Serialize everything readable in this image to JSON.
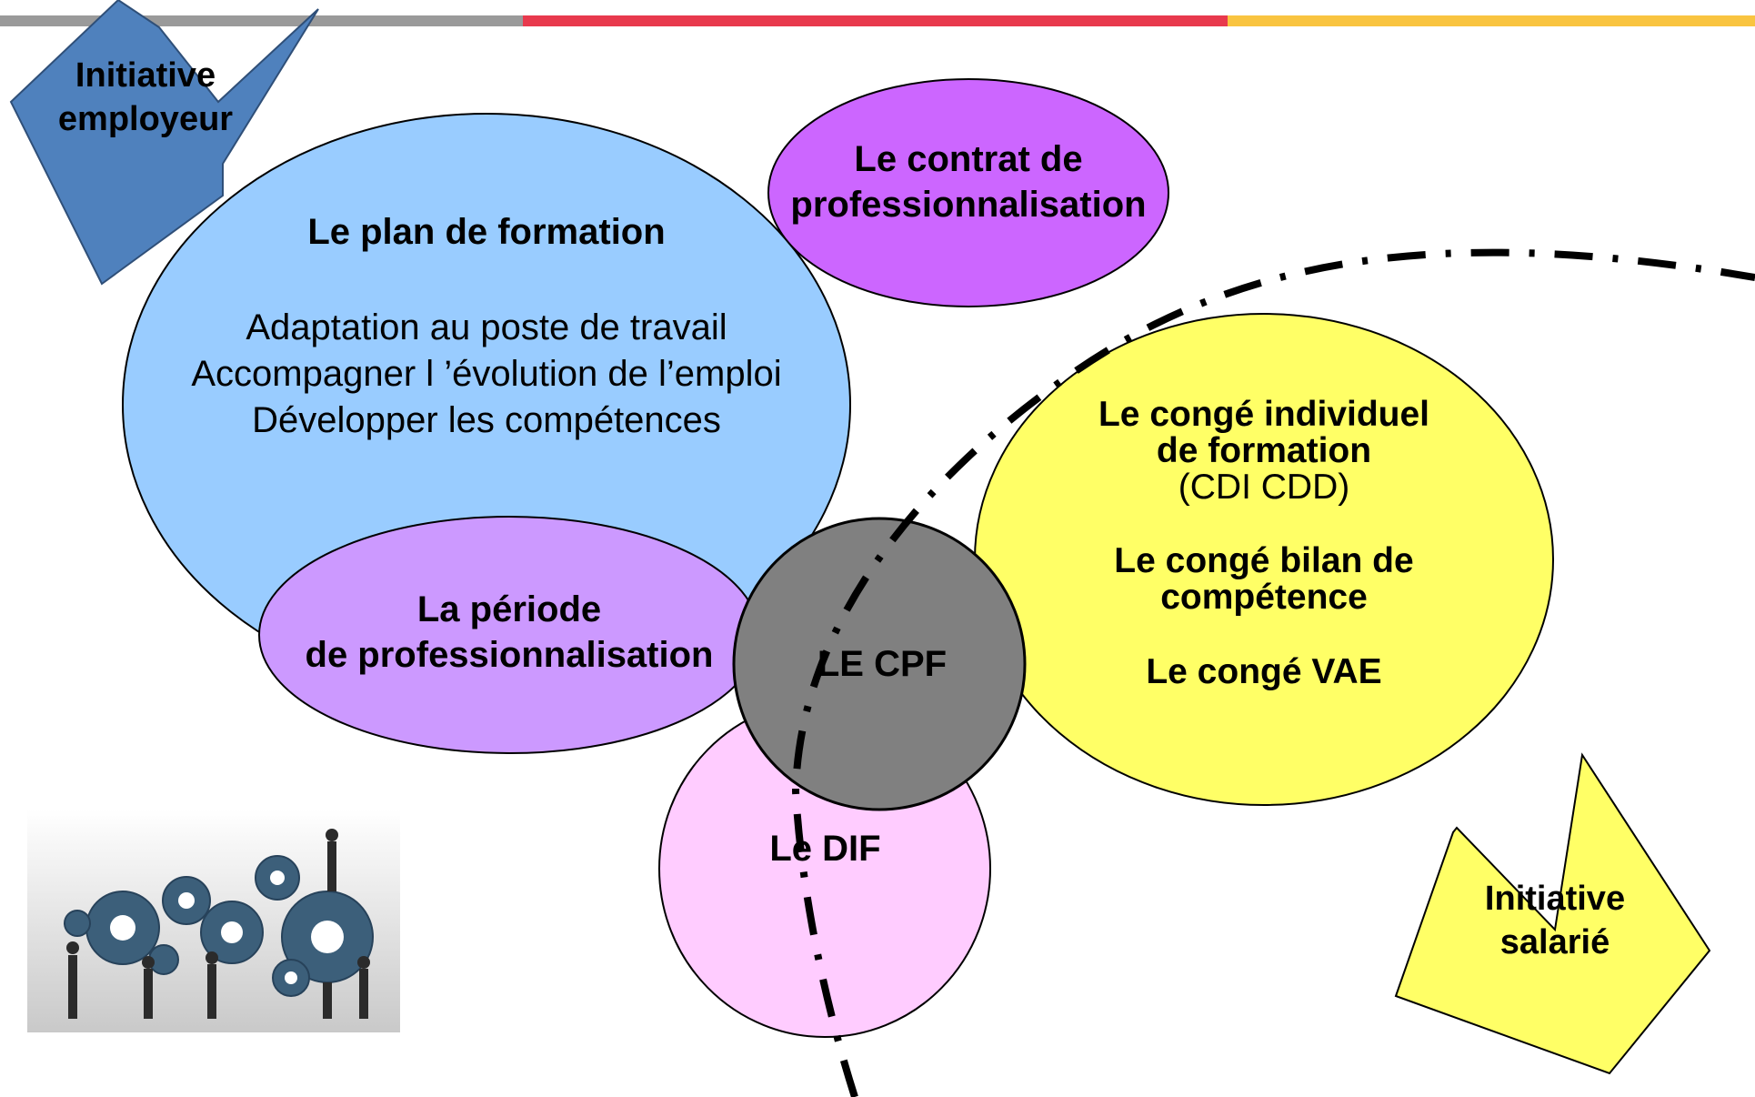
{
  "colors": {
    "bar_grey": "#9a9a9a",
    "bar_red": "#e8394d",
    "bar_yellow": "#f9c440",
    "plan_fill": "#99ccff",
    "periode_fill": "#cc99ff",
    "contrat_fill": "#cc66ff",
    "dif_fill": "#ffccff",
    "cpf_fill": "#808080",
    "conges_fill": "#ffff66",
    "arrow_employer": "#4f81bd",
    "arrow_salarie": "#ffff66"
  },
  "initiative_employeur": {
    "line1": "Initiative",
    "line2": "employeur"
  },
  "plan_formation": {
    "title": "Le plan de formation",
    "items": [
      "Adaptation au poste de travail",
      "Accompagner l ’évolution de l’emploi",
      "Développer les compétences"
    ]
  },
  "contrat_pro": {
    "line1": "Le contrat de",
    "line2": "professionnalisation"
  },
  "periode_pro": {
    "line1": "La période",
    "line2": "de professionnalisation"
  },
  "cpf": {
    "label": "LE CPF"
  },
  "dif": {
    "label": "Le DIF"
  },
  "conges": {
    "cif_line1": "Le congé individuel",
    "cif_line2": "de formation",
    "cif_note": "(CDI CDD)",
    "bilan_line1": "Le congé bilan de",
    "bilan_line2": "compétence",
    "vae": "Le congé VAE"
  },
  "initiative_salarie": {
    "line1": "Initiative",
    "line2": "salarié"
  },
  "photo": {
    "icon": "gears-teamwork-photo"
  }
}
